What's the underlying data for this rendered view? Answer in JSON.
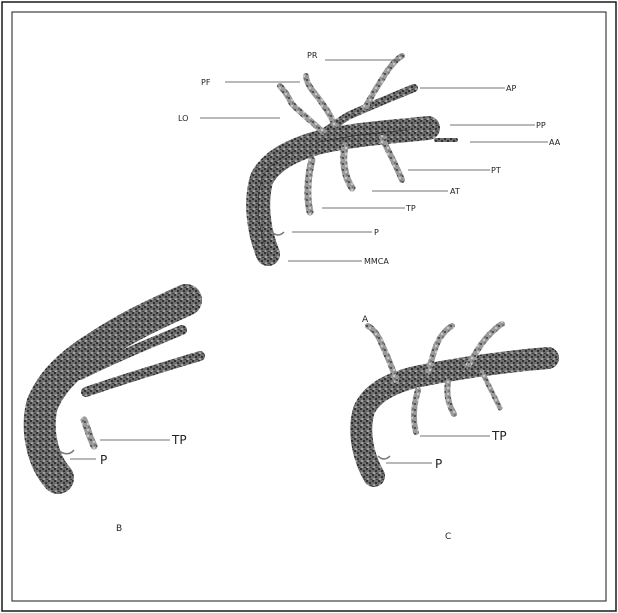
{
  "figure": {
    "panel_a": {
      "title": "A",
      "labels": {
        "pr": "PR",
        "pf": "PF",
        "lo": "LO",
        "ap": "AP",
        "pp": "PP",
        "aa": "AA",
        "pt": "PT",
        "at": "AT",
        "tp": "TP",
        "p": "P",
        "mmca": "MMCA"
      }
    },
    "panel_b": {
      "title": "B",
      "labels": {
        "tp": "TP",
        "p": "P"
      }
    },
    "panel_c": {
      "title": "C",
      "labels": {
        "tp": "TP",
        "p": "P"
      }
    }
  },
  "colors": {
    "frame": "#1a1a1a",
    "vessel_dark": "#2b2b2b",
    "vessel_mid": "#8a8a8a",
    "background": "#ffffff"
  }
}
